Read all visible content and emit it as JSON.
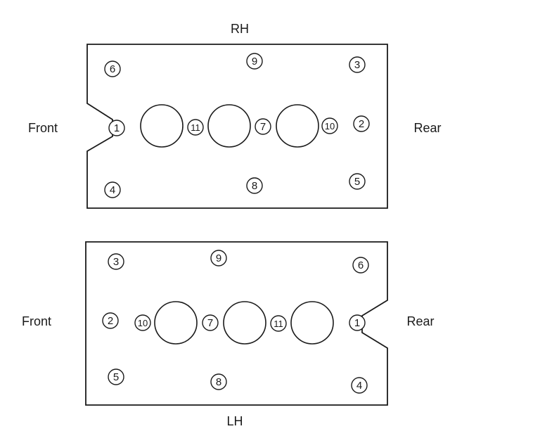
{
  "labels": {
    "rh": "RH",
    "lh": "LH",
    "front_top": "Front",
    "rear_top": "Rear",
    "front_bottom": "Front",
    "rear_bottom": "Rear"
  },
  "rh_head": {
    "bolts": [
      "1",
      "2",
      "3",
      "4",
      "5",
      "6",
      "7",
      "8",
      "9",
      "10",
      "11"
    ]
  },
  "lh_head": {
    "bolts": [
      "1",
      "2",
      "3",
      "4",
      "5",
      "6",
      "7",
      "8",
      "9",
      "10",
      "11"
    ]
  }
}
